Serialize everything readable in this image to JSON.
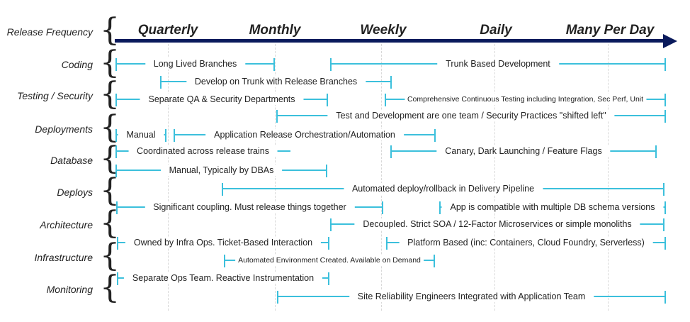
{
  "row_labels": [
    "Release Frequency",
    "Coding",
    "Testing / Security",
    "Deployments",
    "Database",
    "Deploys",
    "Architecture",
    "Infrastructure",
    "Monitoring"
  ],
  "frequencies": [
    "Quarterly",
    "Monthly",
    "Weekly",
    "Daily",
    "Many Per Day"
  ],
  "bars": [
    "Long Lived Branches",
    "Trunk Based Development",
    "Develop on Trunk with Release Branches",
    "Separate QA & Security Departments",
    "Comprehensive Continuous Testing including Integration, Sec Perf, Unit",
    "Test and Development are one team / Security Practices \"shifted left\"",
    "Manual",
    "Application Release Orchestration/Automation",
    "Coordinated across release trains",
    "Canary, Dark Launching / Feature Flags",
    "Manual, Typically by DBAs",
    "Automated deploy/rollback in Delivery Pipeline",
    "Significant coupling. Must release things together",
    "App is compatible with multiple DB schema versions",
    "Decoupled. Strict SOA / 12-Factor Microservices or simple monoliths",
    "Owned by Infra Ops. Ticket-Based Interaction",
    "Platform Based (inc: Containers, Cloud Foundry, Serverless)",
    "Automated Environment Created. Available on Demand",
    "Separate Ops Team. Reactive Instrumentation",
    "Site Reliability Engineers Integrated with Application Team"
  ],
  "colors": {
    "axis": "#0a1a5c",
    "bar": "#3cc0dc"
  }
}
